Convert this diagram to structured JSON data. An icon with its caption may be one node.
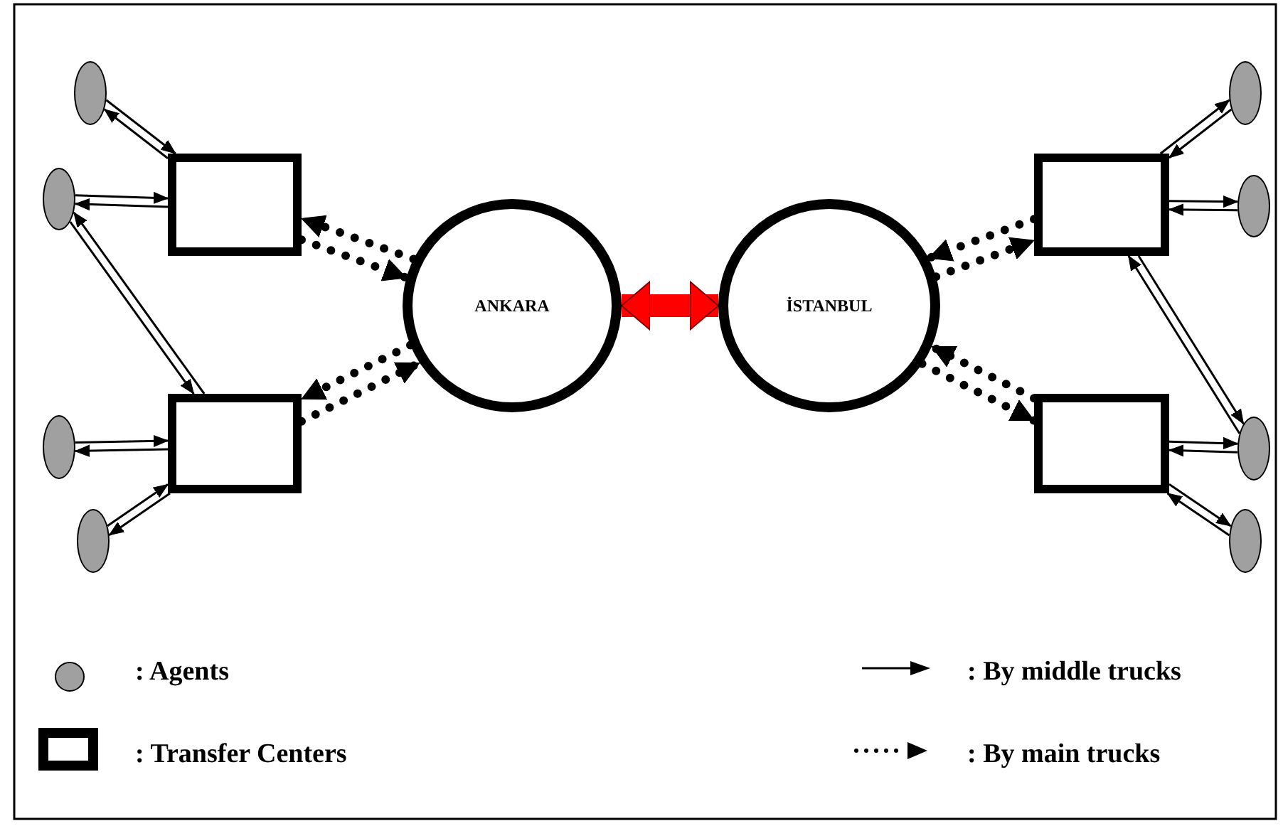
{
  "diagram": {
    "nodes": [
      {
        "text": [
          "ANKARA"
        ]
      },
      {
        "text": [
          "İSTANBUL"
        ]
      },
      {
        "text": [],
        "shape": "box"
      },
      {
        "text": [],
        "shape": "box"
      },
      {
        "text": [],
        "shape": "box"
      },
      {
        "text": [],
        "shape": "box"
      },
      {
        "text": [],
        "shape": "ellipse"
      },
      {
        "text": [],
        "shape": "ellipse"
      },
      {
        "text": [],
        "shape": "ellipse"
      },
      {
        "text": [],
        "shape": "ellipse"
      },
      {
        "text": [],
        "shape": "ellipse"
      },
      {
        "text": [],
        "shape": "ellipse"
      },
      {
        "text": [],
        "shape": "ellipse"
      },
      {
        "text": [],
        "shape": "ellipse"
      }
    ],
    "edges": [
      {
        "from": 2,
        "to": 6,
        "arrow": "to"
      },
      {
        "from": 6,
        "to": 2,
        "arrow": "to"
      },
      {
        "from": 2,
        "to": 7,
        "arrow": "to"
      },
      {
        "from": 7,
        "to": 2,
        "arrow": "to"
      },
      {
        "from": 7,
        "to": 3,
        "arrow": "to"
      },
      {
        "from": 3,
        "to": 7,
        "arrow": "to"
      },
      {
        "from": 3,
        "to": 8,
        "arrow": "to"
      },
      {
        "from": 8,
        "to": 3,
        "arrow": "to"
      },
      {
        "from": 3,
        "to": 9,
        "arrow": "to"
      },
      {
        "from": 9,
        "to": 3,
        "arrow": "to"
      },
      {
        "from": 4,
        "to": 10,
        "arrow": "to"
      },
      {
        "from": 10,
        "to": 4,
        "arrow": "to"
      },
      {
        "from": 4,
        "to": 11,
        "arrow": "to"
      },
      {
        "from": 11,
        "to": 4,
        "arrow": "to"
      },
      {
        "from": 4,
        "to": 12,
        "arrow": "to"
      },
      {
        "from": 12,
        "to": 4,
        "arrow": "to"
      },
      {
        "from": 5,
        "to": 12,
        "arrow": "to"
      },
      {
        "from": 12,
        "to": 5,
        "arrow": "to"
      },
      {
        "from": 5,
        "to": 13,
        "arrow": "to"
      },
      {
        "from": 13,
        "to": 5,
        "arrow": "to"
      },
      {
        "from": 2,
        "to": 0,
        "arrow": "to",
        "style": "dashed"
      },
      {
        "from": 0,
        "to": 2,
        "arrow": "to",
        "style": "dashed"
      },
      {
        "from": 3,
        "to": 0,
        "arrow": "to",
        "style": "dashed"
      },
      {
        "from": 0,
        "to": 3,
        "arrow": "to",
        "style": "dashed"
      },
      {
        "from": 4,
        "to": 1,
        "arrow": "to",
        "style": "dashed"
      },
      {
        "from": 1,
        "to": 4,
        "arrow": "to",
        "style": "dashed"
      },
      {
        "from": 5,
        "to": 1,
        "arrow": "to",
        "style": "dashed"
      },
      {
        "from": 1,
        "to": 5,
        "arrow": "to",
        "style": "dashed"
      },
      {
        "from": 0,
        "to": 1,
        "arrow": "both",
        "style": "thick",
        "color": "#ff0000"
      }
    ],
    "legend": [
      {
        "text": ": Agents"
      },
      {
        "text": ": Transfer Centers"
      },
      {
        "text": ": By middle trucks"
      },
      {
        "text": ": By main trucks"
      }
    ]
  }
}
